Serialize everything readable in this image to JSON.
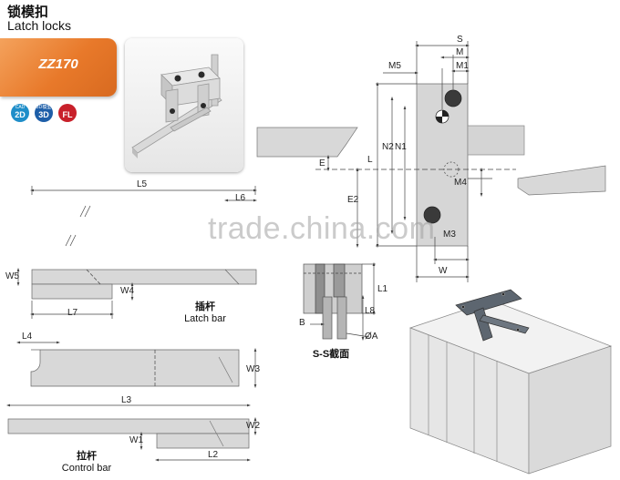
{
  "header": {
    "title_cn": "锁模扣",
    "title_en": "Latch locks"
  },
  "product": {
    "code": "ZZ170",
    "accent_color": "#e8792a"
  },
  "formats": [
    {
      "top": "CAD",
      "label": "2D",
      "color": "#1f8ec9"
    },
    {
      "top": "3D模型",
      "label": "3D",
      "color": "#1d5ea8"
    },
    {
      "top": "",
      "label": "FL",
      "color": "#c8202a"
    }
  ],
  "labels": {
    "S": "S",
    "M": "M",
    "M1": "M1",
    "M5": "M5",
    "L": "L",
    "N2": "N2",
    "N1": "N1",
    "E": "E",
    "E2": "E2",
    "M4": "M4",
    "M3": "M3",
    "W": "W",
    "L5": "L5",
    "L6": "L6",
    "W5": "W5",
    "W4": "W4",
    "L7": "L7",
    "L4": "L4",
    "W3": "W3",
    "L3": "L3",
    "W2": "W2",
    "W1": "W1",
    "L2": "L2",
    "L1": "L1",
    "L8": "L8",
    "B": "B",
    "A": "ØA"
  },
  "captions": {
    "latch_bar_cn": "插杆",
    "latch_bar_en": "Latch bar",
    "control_bar_cn": "拉杆",
    "control_bar_en": "Control bar",
    "section": "S-S截面"
  },
  "watermark": "trade.china.com"
}
